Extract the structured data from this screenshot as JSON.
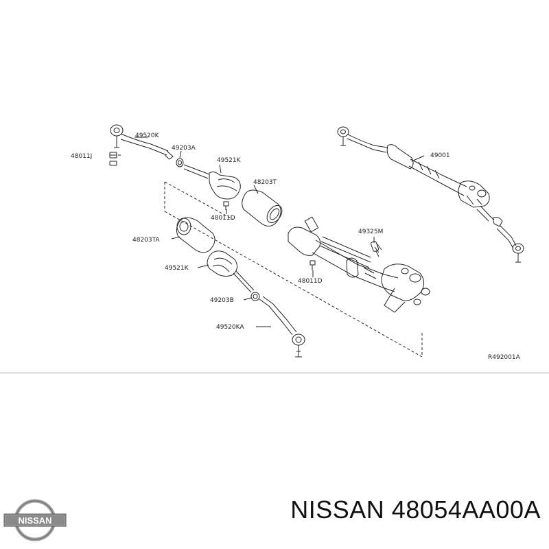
{
  "diagram": {
    "callouts": [
      {
        "id": "tie-rod-end-upper",
        "text": "49520K"
      },
      {
        "id": "nut-upper",
        "text": "48011J"
      },
      {
        "id": "clamp-upper",
        "text": "49203A"
      },
      {
        "id": "boot-upper",
        "text": "49521K"
      },
      {
        "id": "insulator-right",
        "text": "48203T"
      },
      {
        "id": "nut-middle",
        "text": "48011D"
      },
      {
        "id": "insulator-left",
        "text": "48203TA"
      },
      {
        "id": "boot-lower",
        "text": "49521K"
      },
      {
        "id": "clamp-lower",
        "text": "49203B"
      },
      {
        "id": "tie-rod-end-lower",
        "text": "49520KA"
      },
      {
        "id": "gear-assembly",
        "text": "49001"
      },
      {
        "id": "sensor",
        "text": "49325M"
      },
      {
        "id": "bolt",
        "text": "48011D"
      }
    ],
    "reference_code": "R492001A"
  },
  "footer": {
    "brand_logo_text": "NISSAN",
    "caption": "NISSAN 48054AA00A"
  }
}
